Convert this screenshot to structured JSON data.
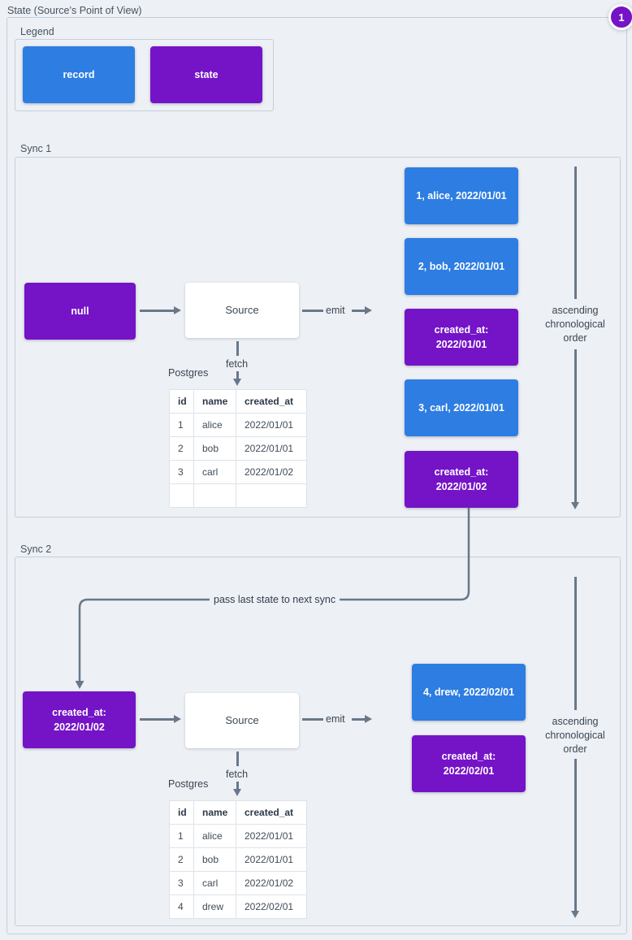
{
  "page": {
    "title": "State (Source’s Point of View)",
    "badge": "1"
  },
  "colors": {
    "bg": "#edf0f5",
    "frame": "#c5cfd9",
    "record": "#2d7de2",
    "state": "#7513c7",
    "line": "#68788a"
  },
  "legend": {
    "label": "Legend",
    "record_label": "record",
    "state_label": "state"
  },
  "sync1": {
    "label": "Sync 1",
    "input_state": "null",
    "source": "Source",
    "emit": "emit",
    "fetch": "fetch",
    "db": "Postgres",
    "table": {
      "headers": [
        "id",
        "name",
        "created_at"
      ],
      "rows": [
        [
          "1",
          "alice",
          "2022/01/01"
        ],
        [
          "2",
          "bob",
          "2022/01/01"
        ],
        [
          "3",
          "carl",
          "2022/01/02"
        ],
        [
          "",
          "",
          ""
        ]
      ]
    },
    "outputs": [
      {
        "type": "record",
        "text": "1, alice, 2022/01/01"
      },
      {
        "type": "record",
        "text": "2, bob, 2022/01/01"
      },
      {
        "type": "state",
        "text": "created_at: 2022/01/01"
      },
      {
        "type": "record",
        "text": "3, carl, 2022/01/01"
      },
      {
        "type": "state",
        "text": "created_at: 2022/01/02"
      }
    ],
    "order_note": "ascending chronological order"
  },
  "connector": {
    "label": "pass last state to next sync"
  },
  "sync2": {
    "label": "Sync 2",
    "input_state": "created_at: 2022/01/02",
    "source": "Source",
    "emit": "emit",
    "fetch": "fetch",
    "db": "Postgres",
    "table": {
      "headers": [
        "id",
        "name",
        "created_at"
      ],
      "rows": [
        [
          "1",
          "alice",
          "2022/01/01"
        ],
        [
          "2",
          "bob",
          "2022/01/01"
        ],
        [
          "3",
          "carl",
          "2022/01/02"
        ],
        [
          "4",
          "drew",
          "2022/02/01"
        ]
      ]
    },
    "outputs": [
      {
        "type": "record",
        "text": "4, drew, 2022/02/01"
      },
      {
        "type": "state",
        "text": "created_at: 2022/02/01"
      }
    ],
    "order_note": "ascending chronological order"
  }
}
